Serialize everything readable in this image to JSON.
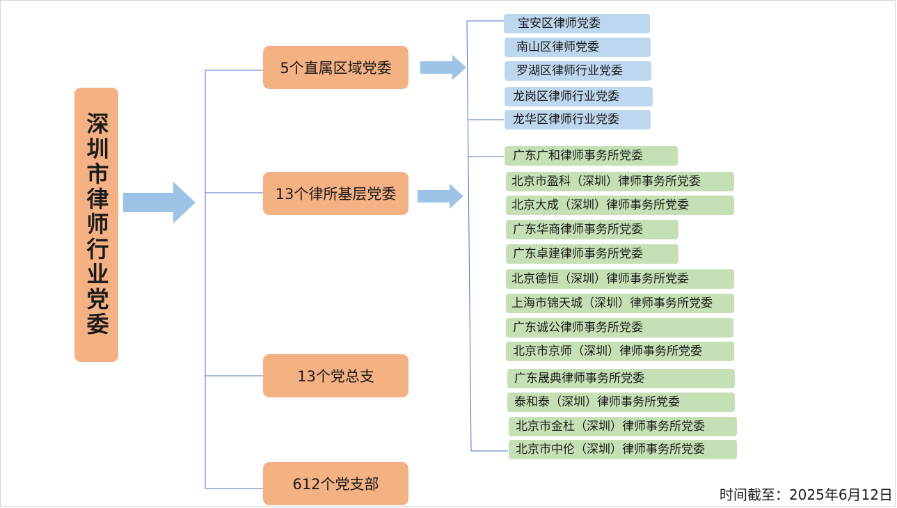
{
  "root": {
    "label": "深圳市律师行业党委"
  },
  "level1": [
    {
      "label": "5个直属区域党委"
    },
    {
      "label": "13个律所基层党委"
    },
    {
      "label": "13个党总支"
    },
    {
      "label": "612个党支部"
    }
  ],
  "district_committees": [
    {
      "label": "宝安区律师党委"
    },
    {
      "label": "南山区律师党委"
    },
    {
      "label": "罗湖区律师行业党委"
    },
    {
      "label": "龙岗区律师行业党委"
    },
    {
      "label": "龙华区律师行业党委"
    }
  ],
  "firm_committees": [
    {
      "label": "广东广和律师事务所党委"
    },
    {
      "label": "北京市盈科（深圳）律师事务所党委"
    },
    {
      "label": "北京大成（深圳）律师事务所党委"
    },
    {
      "label": "广东华商律师事务所党委"
    },
    {
      "label": "广东卓建律师事务所党委"
    },
    {
      "label": "北京德恒（深圳）律师事务所党委"
    },
    {
      "label": "上海市锦天城（深圳）律师事务所党委"
    },
    {
      "label": "广东诚公律师事务所党委"
    },
    {
      "label": "北京市京师（深圳）律师事务所党委"
    },
    {
      "label": "广东晟典律师事务所党委"
    },
    {
      "label": "泰和泰（深圳）律师事务所党委"
    },
    {
      "label": "北京市金杜（深圳）律师事务所党委"
    },
    {
      "label": "北京市中伦（深圳）律师事务所党委"
    }
  ],
  "footer": {
    "date_note": "时间截至：2025年6月12日"
  },
  "colors": {
    "orange_box": "#f4b183",
    "blue_leaf": "#bdd7ee",
    "green_leaf": "#c5e0b4",
    "arrow": "#9dc3e6",
    "connector": "#4472c4"
  }
}
